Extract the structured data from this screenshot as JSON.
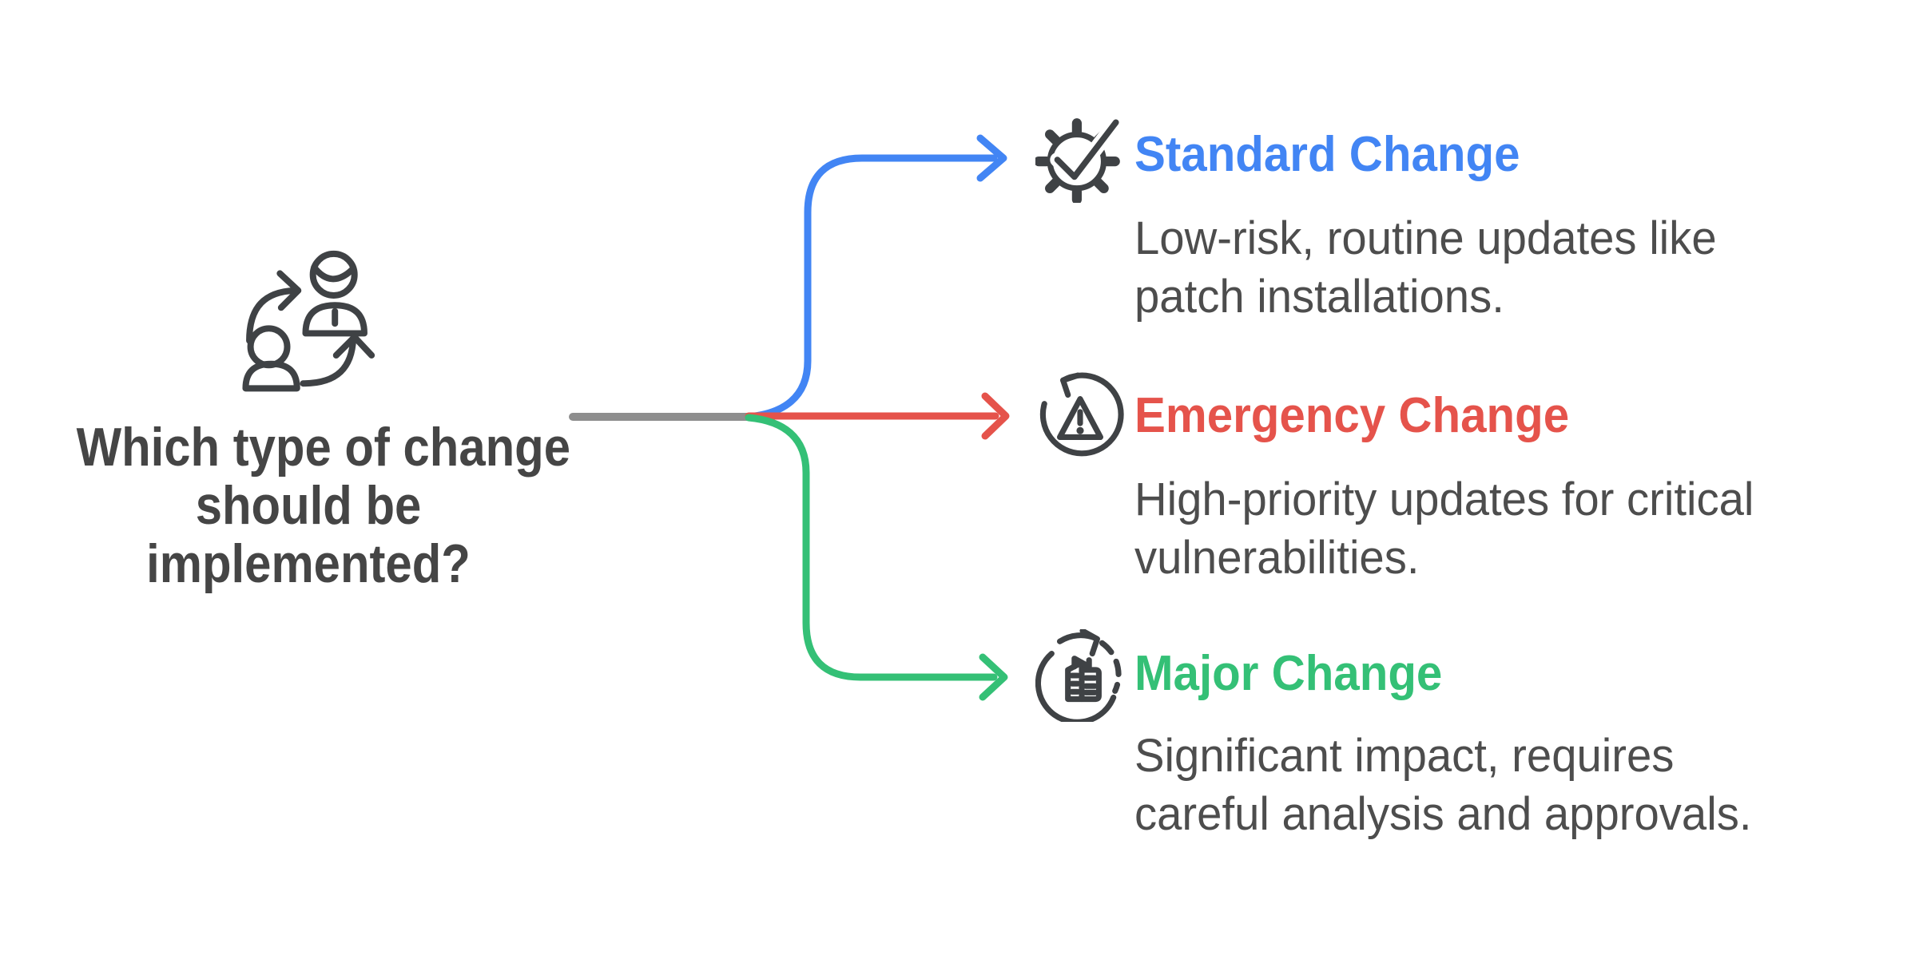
{
  "background": "#ffffff",
  "question": {
    "lines": [
      "Which type of change",
      "should be",
      "implemented?"
    ],
    "color": "#454545",
    "icon": "people-swap-icon"
  },
  "connector": {
    "trunk_color": "#8E8E8E"
  },
  "icon_stroke_color": "#3F4245",
  "description_color": "#4D4D4D",
  "branches": [
    {
      "label": "Standard Change",
      "color": "#4285F4",
      "icon": "gear-check-icon",
      "description_lines": [
        "Low-risk, routine updates like",
        "patch installations."
      ]
    },
    {
      "label": "Emergency Change",
      "color": "#E5534B",
      "icon": "alert-restore-icon",
      "description_lines": [
        "High-priority updates for critical",
        "vulnerabilities."
      ]
    },
    {
      "label": "Major Change",
      "color": "#34C076",
      "icon": "document-cycle-icon",
      "description_lines": [
        "Significant impact, requires",
        "careful analysis and approvals."
      ]
    }
  ]
}
